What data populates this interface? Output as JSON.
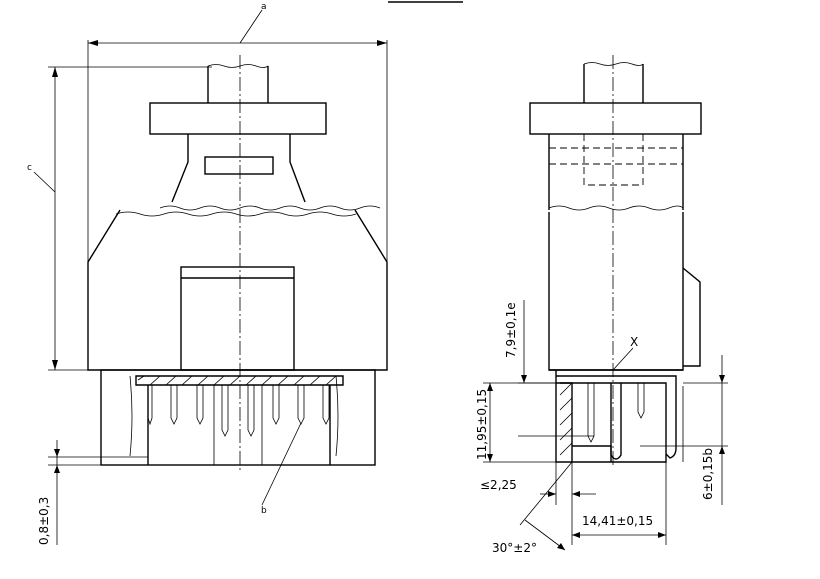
{
  "top_rule": "",
  "left_view": {
    "label_a": "a",
    "label_b": "b",
    "label_c": "c",
    "dim_pin_offset": "0,8±0,3"
  },
  "right_view": {
    "label_x": "X",
    "dim_height_upper": "7,9±0,1e",
    "dim_height_lower": "11,95±0,15",
    "dim_wall": "≤2,25",
    "dim_width": "14,41±0,15",
    "dim_side": "6±0,15b",
    "dim_angle": "30°±2°"
  }
}
